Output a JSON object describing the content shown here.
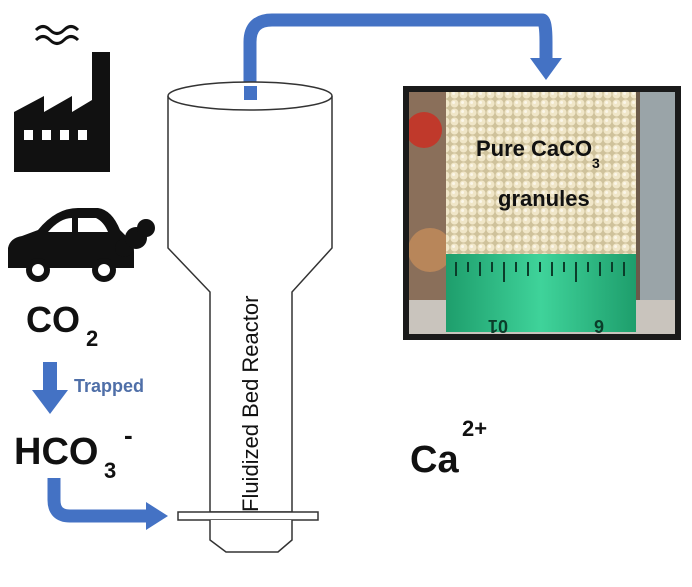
{
  "labels": {
    "co2_main": "CO",
    "co2_sub": "2",
    "trapped": "Trapped",
    "hco3_main": "HCO",
    "hco3_sub": "3",
    "hco3_sup": "-",
    "reactor": "Fluidized Bed Reactor",
    "ca_main": "Ca",
    "ca_sup": "2+",
    "photo_line1_main": "Pure CaCO",
    "photo_line1_sub": "3",
    "photo_line2": "granules",
    "ruler_num_1": "01",
    "ruler_num_2": "6"
  },
  "icons": {
    "factory": "factory-icon",
    "car": "car-icon",
    "smoke": "smoke-icon"
  },
  "colors": {
    "arrow_blue": "#4472c4",
    "trapped_text": "#4f6fa8",
    "ruler_green": "#2fc48a",
    "granule": "#e8dcb8",
    "text_dark": "#111111"
  }
}
